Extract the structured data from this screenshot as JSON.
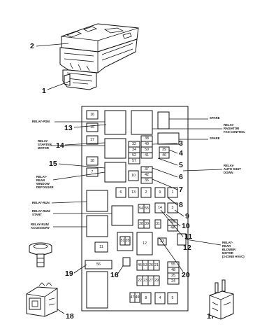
{
  "callouts": {
    "c1": "1",
    "c2": "2",
    "c3": "3",
    "c4": "4",
    "c5": "5",
    "c6": "6",
    "c7": "7",
    "c8": "8",
    "c9": "9",
    "c10": "10",
    "c11": "11",
    "c12": "12",
    "c13": "13",
    "c14": "14",
    "c15": "15",
    "c16": "16",
    "c17": "17",
    "c18": "18",
    "c19": "19",
    "c20": "20"
  },
  "labels": {
    "relay_pdm": "RELAY-PDM",
    "relay_starter_motor": [
      "RELAY-",
      "STARTER",
      "MOTOR"
    ],
    "relay_rear_window_defogger": [
      "RELAY-",
      "REAR",
      "WINDOW",
      "DEFOGGER"
    ],
    "relay_run": "RELAY-RUN",
    "relay_run_start": [
      "RELAY-RUN/",
      "START"
    ],
    "relay_run_accessory": [
      "RELAY-RUN/",
      "ACCESSORY"
    ],
    "spare_top": "SPARE",
    "relay_radiator_fan_control": [
      "RELAY-",
      "RADIATOR",
      "FAN CONTROL"
    ],
    "spare_mid": "SPARE",
    "relay_auto_shut_down": [
      "RELAY-",
      "AUTO SHUT",
      "DOWN"
    ],
    "relay_rear_blower_motor": [
      "RELAY-",
      "REAR",
      "BLOWER",
      "MOTOR",
      "(3-ZONE HVAC)"
    ]
  },
  "cavities": {
    "f16": "16",
    "f15": "15",
    "f17": "17",
    "f18": "18",
    "f7": "7",
    "f38": "38",
    "f40": "40",
    "f32": "32",
    "f34": "34",
    "f52": "52",
    "f57": "57",
    "f50": "50",
    "f41": "41",
    "f39": "39",
    "f46": "46",
    "f37": "37",
    "f42": "42",
    "f36": "36",
    "f10": "10",
    "f6": "6",
    "f13": "13",
    "f2": "2",
    "f9": "9",
    "f1": "1",
    "f54": "54",
    "f55a": "55",
    "f14": "14",
    "f3": "3",
    "f28": "28",
    "f30": "30",
    "f31": "31",
    "f43": "43",
    "f44": "44",
    "f51": "51",
    "f35": "35",
    "f12": "12",
    "f33": "33",
    "f11": "11",
    "f56": "56",
    "f45": "45",
    "f53": "53",
    "f26": "26",
    "f21": "21",
    "f55b": "55",
    "f48": "48",
    "f25": "25",
    "f24": "24",
    "f22": "22",
    "f23": "23",
    "f27": "27",
    "f29": "29",
    "f47": "47",
    "f49": "49",
    "f8": "8",
    "f4": "4",
    "f5": "5"
  }
}
